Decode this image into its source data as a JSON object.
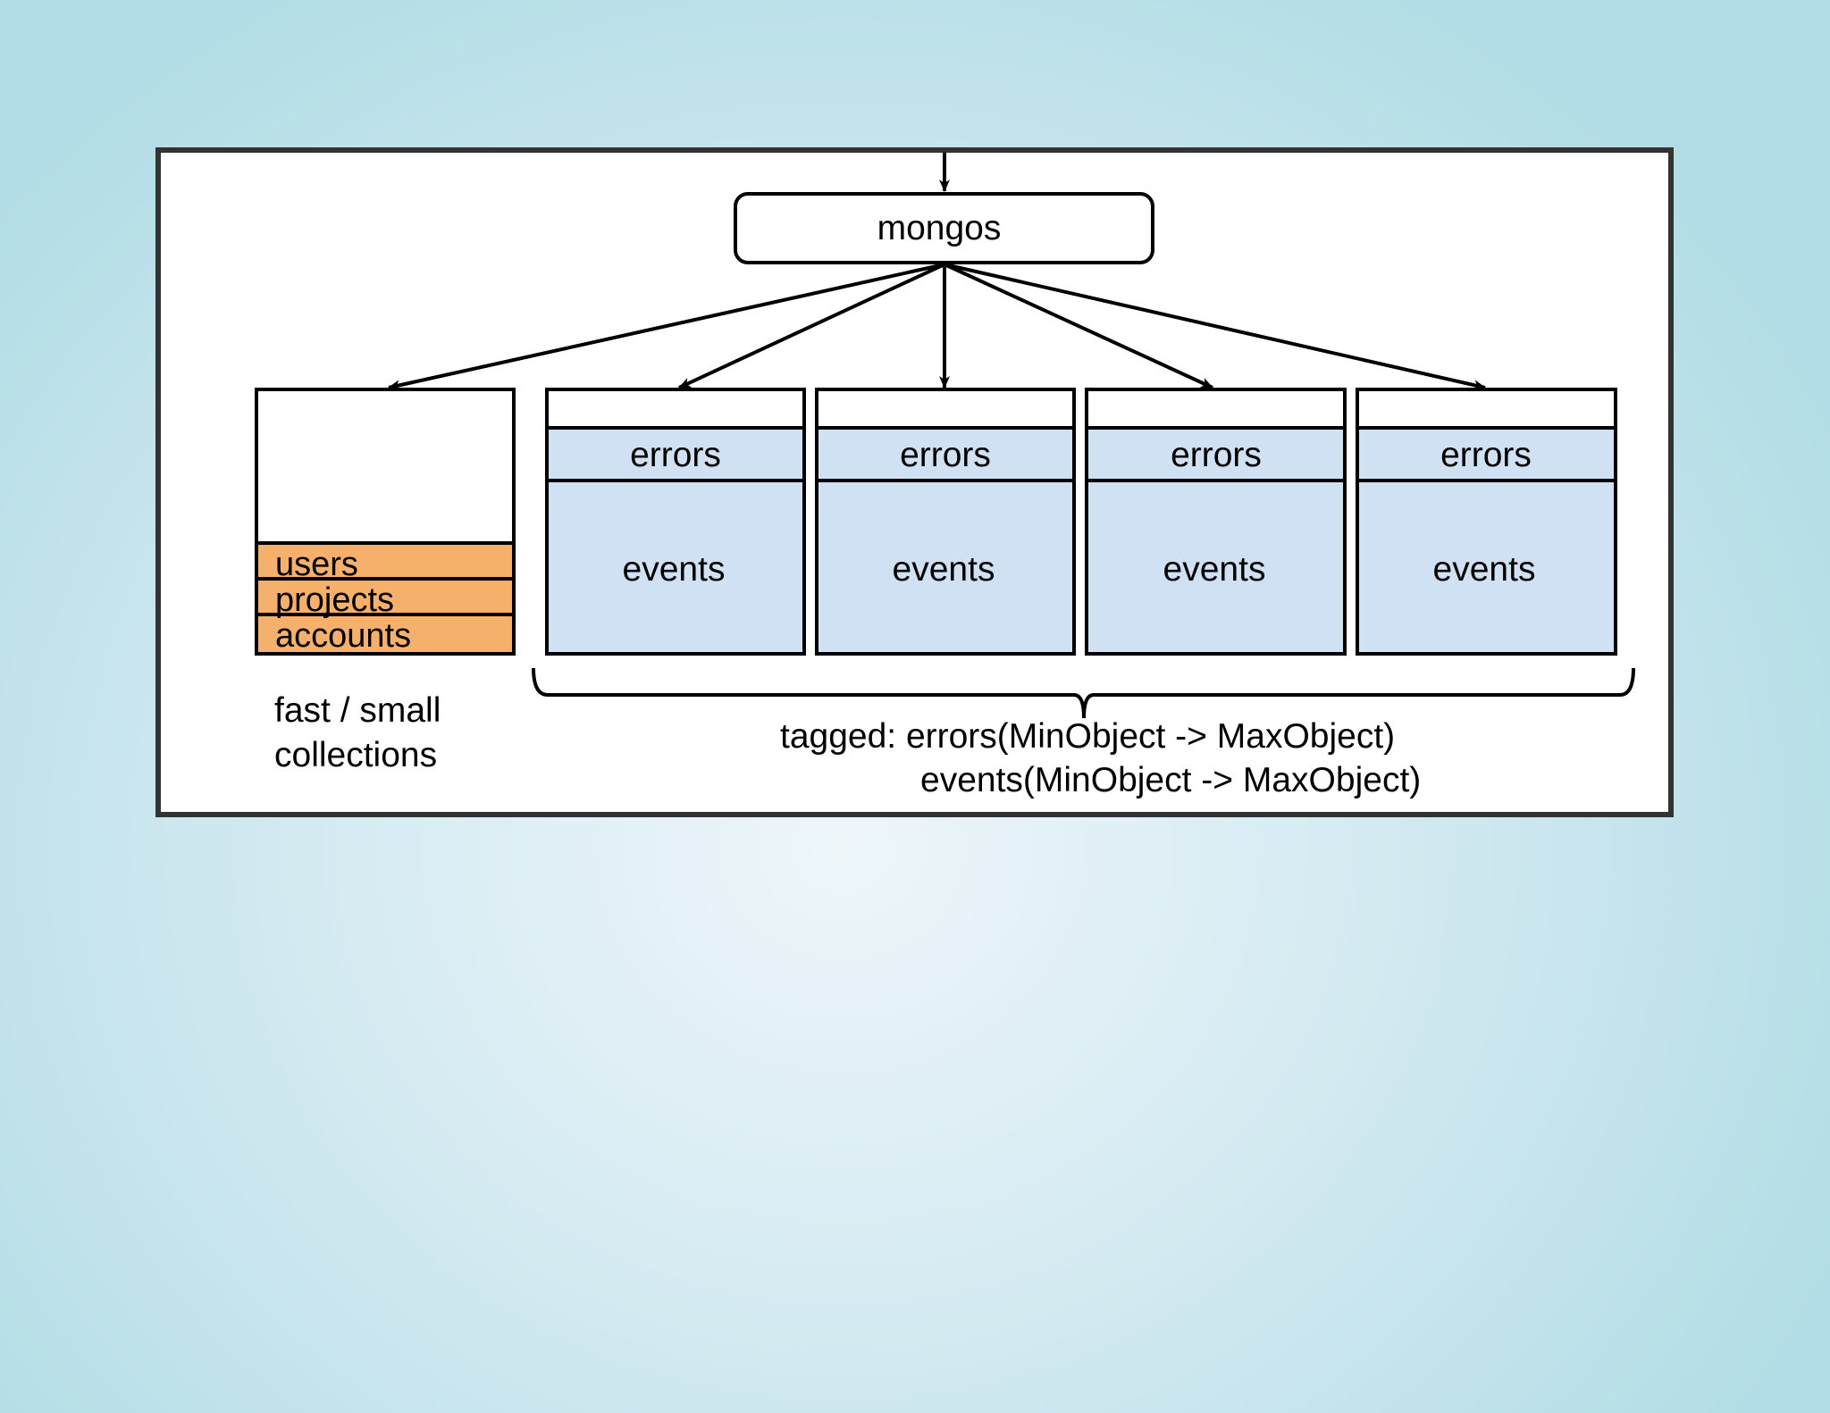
{
  "diagram": {
    "router_label": "mongos",
    "primary_shard": {
      "collections": [
        "users",
        "projects",
        "accounts"
      ],
      "caption_lines": [
        "fast / small",
        "collections"
      ]
    },
    "tagged_shards": [
      {
        "top": "errors",
        "bottom": "events"
      },
      {
        "top": "errors",
        "bottom": "events"
      },
      {
        "top": "errors",
        "bottom": "events"
      },
      {
        "top": "errors",
        "bottom": "events"
      }
    ],
    "tag_caption_lines": [
      "tagged: errors(MinObject -> MaxObject)",
      "events(MinObject -> MaxObject)"
    ]
  },
  "colors": {
    "background_center": "#eef6fa",
    "background_edge": "#b3dde6",
    "frame_border": "#333333",
    "orange_collection": "#f5b06b",
    "blue_shard": "#cfe1f2"
  }
}
